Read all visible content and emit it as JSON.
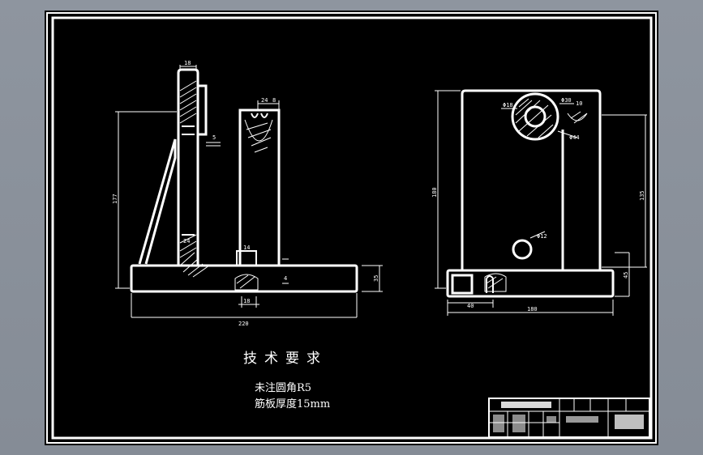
{
  "drawing": {
    "notes_title": "技术要求",
    "notes": [
      "未注圆角R5",
      "筋板厚度15mm"
    ]
  },
  "dimensions": {
    "front_view": [
      "18",
      "24",
      "8",
      "5",
      "177",
      "24",
      "14",
      "4",
      "18",
      "35",
      "220"
    ],
    "side_view": [
      "Φ18",
      "Φ30",
      "10",
      "Φ44",
      "Φ12",
      "180",
      "135",
      "40",
      "180",
      "45"
    ]
  },
  "title_block": {},
  "colors": {
    "sheet": "#000000",
    "lines": "#ffffff",
    "viewport": "#8a919b"
  }
}
